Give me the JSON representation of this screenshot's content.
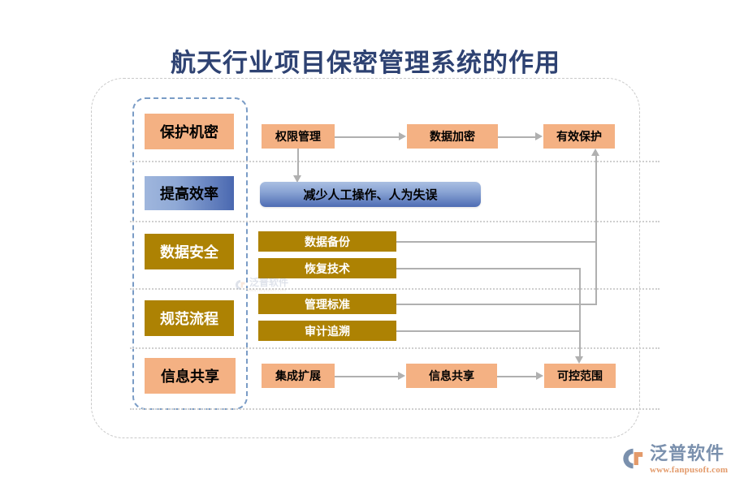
{
  "title": "航天行业项目保密管理系统的作用",
  "colors": {
    "title": "#2e4272",
    "orange": "#f4b183",
    "gold": "#ad8203",
    "blue_dark": "#4a68b0",
    "blue_light": "#9fb6dd",
    "connector": "#b0b0b0",
    "frame_dash": "#c9c9c9",
    "label_frame_dash": "#7a9cc6",
    "divider": "#cfcfcf"
  },
  "categories": [
    {
      "label": "保护机密",
      "style": "orange"
    },
    {
      "label": "提高效率",
      "style": "blue-gradient"
    },
    {
      "label": "数据安全",
      "style": "gold"
    },
    {
      "label": "规范流程",
      "style": "gold"
    },
    {
      "label": "信息共享",
      "style": "orange"
    }
  ],
  "nodes": {
    "row1": [
      {
        "label": "权限管理",
        "style": "orange"
      },
      {
        "label": "数据加密",
        "style": "orange"
      },
      {
        "label": "有效保护",
        "style": "orange"
      }
    ],
    "row2": [
      {
        "label": "减少人工操作、人为失误",
        "style": "blue-pill"
      }
    ],
    "row3": [
      {
        "label": "数据备份",
        "style": "gold"
      },
      {
        "label": "恢复技术",
        "style": "gold"
      }
    ],
    "row4": [
      {
        "label": "管理标准",
        "style": "gold"
      },
      {
        "label": "审计追溯",
        "style": "gold"
      }
    ],
    "row5": [
      {
        "label": "集成扩展",
        "style": "orange"
      },
      {
        "label": "信息共享",
        "style": "orange"
      },
      {
        "label": "可控范围",
        "style": "orange"
      }
    ]
  },
  "watermark": {
    "name": "泛普软件",
    "url": "www.fanpusoft.com"
  },
  "logo": {
    "name": "泛普软件",
    "url": "www.fanpusoft.com"
  }
}
